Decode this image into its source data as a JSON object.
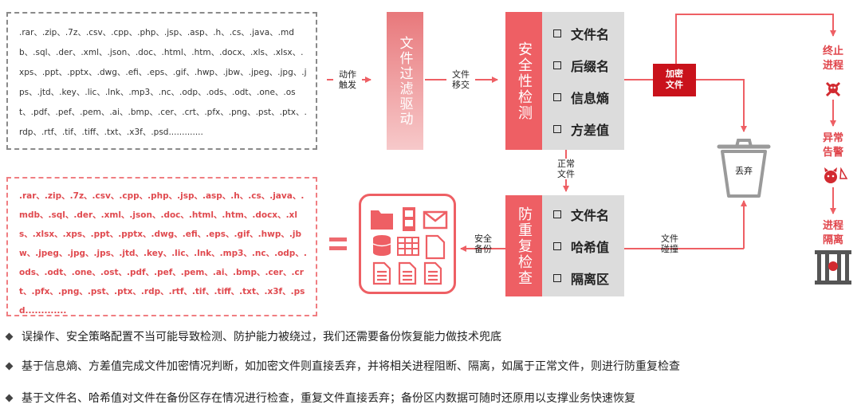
{
  "source_extensions": ".rar、.zip、.7z、.csv、.cpp、.php、.jsp、.asp、.h、.cs、.java、.mdb、.sql、.der、.xml、.json、.doc、.html、.htm、.docx、.xls、.xlsx、.xps、.ppt、.pptx、.dwg、.efi、.eps、.gif、.hwp、.jbw、.jpeg、.jpg、.jps、.jtd、.key、.lic、.lnk、.mp3、.nc、.odp、.ods、.odt、.one、.ost、.pdf、.pef、.pem、.ai、.bmp、.cer、.crt、.pfx、.png、.pst、.ptx、.rdp、.rtf、.tif、.tiff、.txt、.x3f、.psd.............",
  "backup_extensions": ".rar、.zip、.7z、.csv、.cpp、.php、.jsp、.asp、.h、.cs、.java、.mdb、.sql、.der、.xml、.json、.doc、.html、.htm、.docx、.xls、.xlsx、.xps、.ppt、.pptx、.dwg、.efi、.eps、.gif、.hwp、.jbw、.jpeg、.jpg、.jps、.jtd、.key、.lic、.lnk、.mp3、.nc、.odp、.ods、.odt、.one、.ost、.pdf、.pef、.pem、.ai、.bmp、.cer、.crt、.pfx、.png、.pst、.ptx、.rdp、.rtf、.tif、.tiff、.txt、.x3f、.psd.............",
  "filter_driver": "文件过滤驱动",
  "security_check": {
    "title": "安全性检测",
    "items": [
      "文件名",
      "后缀名",
      "信息熵",
      "方差值"
    ]
  },
  "dup_check": {
    "title": "防重复检查",
    "items": [
      "文件名",
      "哈希值",
      "隔离区"
    ]
  },
  "labels": {
    "action_trigger_1": "动作",
    "action_trigger_2": "触发",
    "file_transfer_1": "文件",
    "file_transfer_2": "移交",
    "normal_file_1": "正常",
    "normal_file_2": "文件",
    "encrypted_1": "加密",
    "encrypted_2": "文件",
    "discard": "丢弃",
    "collision_1": "文件",
    "collision_2": "碰撞",
    "backup_1": "安全",
    "backup_2": "备份",
    "terminate_1": "终止",
    "terminate_2": "进程",
    "alarm_1": "异常",
    "alarm_2": "告警",
    "isolate_1": "进程",
    "isolate_2": "隔离"
  },
  "bullets": [
    "误操作、安全策略配置不当可能导致检测、防护能力被绕过，我们还需要备份恢复能力做技术兜底",
    "基于信息熵、方差值完成文件加密情况判断，如加密文件则直接丢弃，并将相关进程阻断、隔离，如属于正常文件，则进行防重复检查",
    "基于文件名、哈希值对文件在备份区存在情况进行检查，重复文件直接丢弃；备份区内数据可随时还原用以支撑业务快速恢复"
  ],
  "colors": {
    "accent_red": "#ee5f64",
    "dark_red": "#c9121b",
    "panel_gray": "#dcdcdc"
  }
}
